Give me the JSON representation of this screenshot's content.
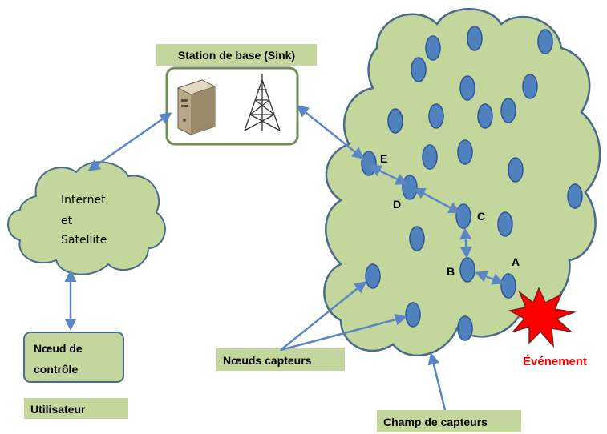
{
  "labels": {
    "base_station": "Station de base (Sink)",
    "internet_line1": "Internet",
    "internet_line2": "et",
    "internet_line3": "Satellite",
    "control_node_line1": "Nœud de",
    "control_node_line2": "contrôle",
    "user": "Utilisateur",
    "sensor_nodes": "Nœuds capteurs",
    "event": "Événement",
    "sensor_field": "Champ de capteurs"
  },
  "path_nodes": {
    "A": "A",
    "B": "B",
    "C": "C",
    "D": "D",
    "E": "E"
  },
  "colors": {
    "cloud_fill": "#c3d69b",
    "cloud_stroke": "#4a6a8c",
    "node_fill": "#4f81bd",
    "node_stroke": "#2f5597",
    "arrow": "#5b86c5",
    "label_box": "#c3d69b",
    "event_text": "#ff0000",
    "event_fill": "#ff0000",
    "event_stroke": "#7f1d1d"
  }
}
